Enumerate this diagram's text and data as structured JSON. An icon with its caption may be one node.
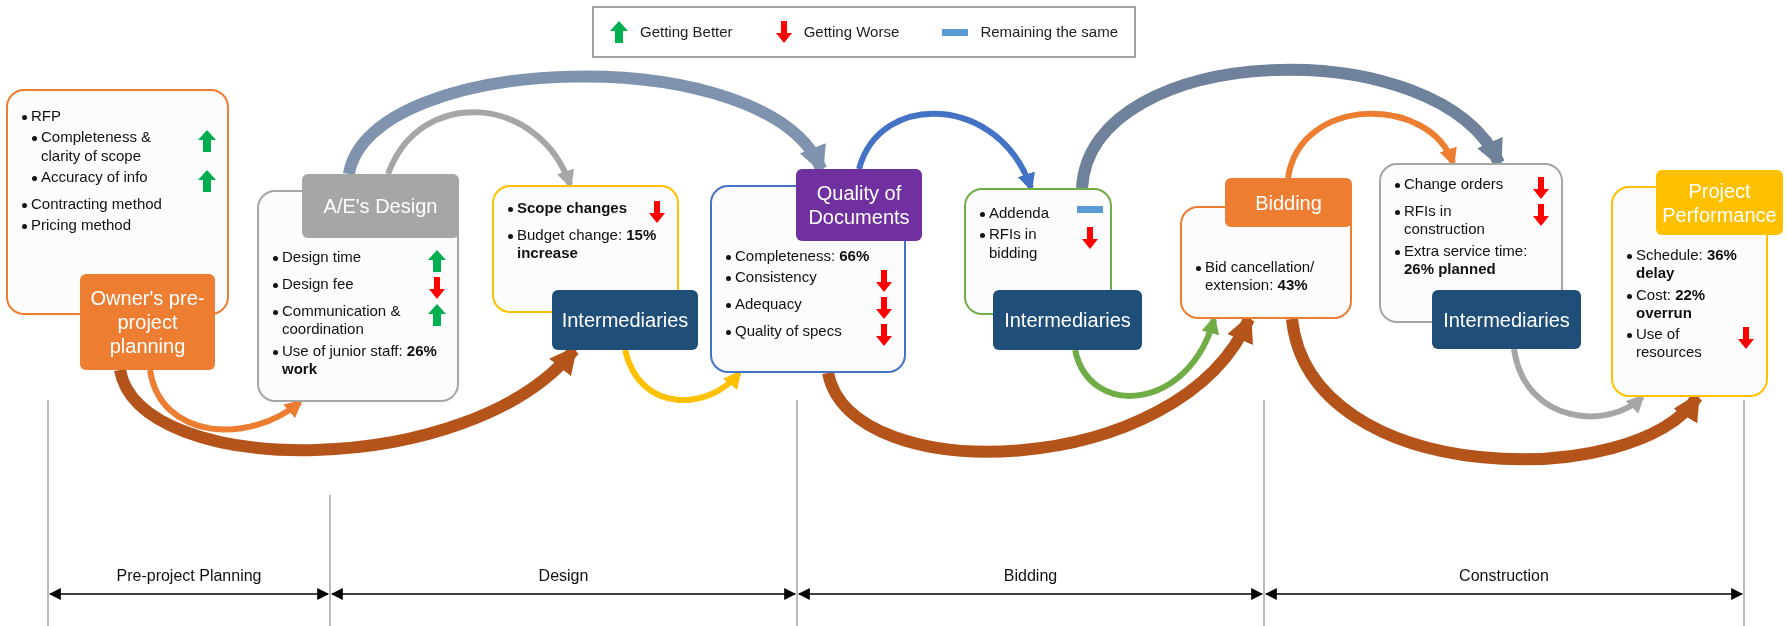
{
  "diagram": {
    "nodes": [
      {
        "text": [
          "RFP",
          "Completeness & clarity of scope",
          "Accuracy of info",
          "Contracting method",
          "Pricing method",
          "Owner's pre-project planning"
        ]
      },
      {
        "text": [
          "A/E's Design",
          "Design time",
          "Design fee",
          "Communication & coordination",
          "Use of junior staff: **26% work**"
        ]
      },
      {
        "text": [
          "**Scope changes**",
          "Budget change: **15% increase**",
          "Intermediaries"
        ]
      },
      {
        "text": [
          "Quality of Documents",
          "Completeness: **66%**",
          "Consistency",
          "Adequacy",
          "Quality of specs"
        ]
      },
      {
        "text": [
          "Addenda",
          "RFIs in bidding",
          "Intermediaries"
        ]
      },
      {
        "text": [
          "Bidding",
          "Bid cancellation/ extension: **43%**"
        ]
      },
      {
        "text": [
          "Change orders",
          "RFIs in construction",
          "Extra service time: **26% planned**",
          "Intermediaries"
        ]
      },
      {
        "text": [
          "Project Performance",
          "Schedule: **36% delay**",
          "Cost: **22% overrun**",
          "Use of resources"
        ]
      }
    ],
    "edges": [
      {
        "from": 0,
        "to": 1,
        "arrow": "to",
        "color": "#ed7d31"
      },
      {
        "from": 0,
        "to": 2,
        "arrow": "to",
        "style": "thick",
        "color": "#b5541a"
      },
      {
        "from": 1,
        "to": 3,
        "arrow": "to",
        "style": "thick",
        "color": "#7f93ae"
      },
      {
        "from": 1,
        "to": 2,
        "arrow": "to",
        "color": "#a6a6a6"
      },
      {
        "from": 2,
        "to": 3,
        "arrow": "to",
        "color": "#ffc000"
      },
      {
        "from": 3,
        "to": 4,
        "arrow": "to",
        "color": "#4472c4"
      },
      {
        "from": 3,
        "to": 5,
        "arrow": "to",
        "style": "thick",
        "color": "#b5541a"
      },
      {
        "from": 4,
        "to": 5,
        "arrow": "to",
        "color": "#70ad47"
      },
      {
        "from": 4,
        "to": 6,
        "arrow": "to",
        "style": "thick",
        "color": "#6f819b"
      },
      {
        "from": 5,
        "to": 6,
        "arrow": "to",
        "color": "#ed7d31"
      },
      {
        "from": 5,
        "to": 7,
        "arrow": "to",
        "style": "thick",
        "color": "#b5541a"
      },
      {
        "from": 6,
        "to": 7,
        "arrow": "to",
        "color": "#a6a6a6"
      }
    ],
    "labels": [
      "Pre-project Planning",
      "Design",
      "Bidding",
      "Construction"
    ],
    "legend": [
      {
        "text": "Getting Better",
        "color": "#00b050"
      },
      {
        "text": "Getting Worse",
        "color": "#ff0000"
      },
      {
        "text": "Remaining the same",
        "color": "#5b9bd5"
      }
    ]
  }
}
